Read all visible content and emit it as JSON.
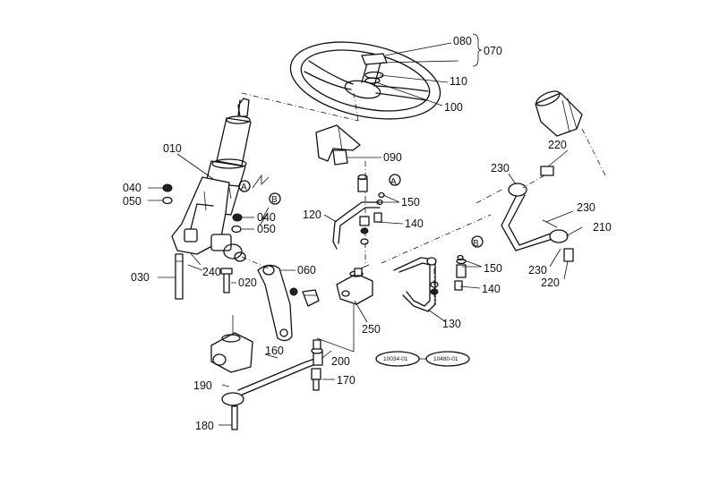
{
  "diagram": {
    "callouts": {
      "p010": "010",
      "p020": "020",
      "p030": "030",
      "p040a": "040",
      "p040b": "040",
      "p050a": "050",
      "p050b": "050",
      "p060": "060",
      "p070": "070",
      "p080": "080",
      "p090": "090",
      "p100": "100",
      "p110": "110",
      "p120": "120",
      "p130": "130",
      "p140a": "140",
      "p140b": "140",
      "p150a": "150",
      "p150b": "150",
      "p160": "160",
      "p170": "170",
      "p180": "180",
      "p190": "190",
      "p200": "200",
      "p210": "210",
      "p220a": "220",
      "p220b": "220",
      "p230a": "230",
      "p230b": "230",
      "p230c": "230",
      "p240": "240",
      "p250": "250",
      "refA1": "A",
      "refA2": "A",
      "refB1": "B",
      "refB2": "B",
      "refCode1": "10034-01",
      "refCode2": "10480-01"
    }
  }
}
